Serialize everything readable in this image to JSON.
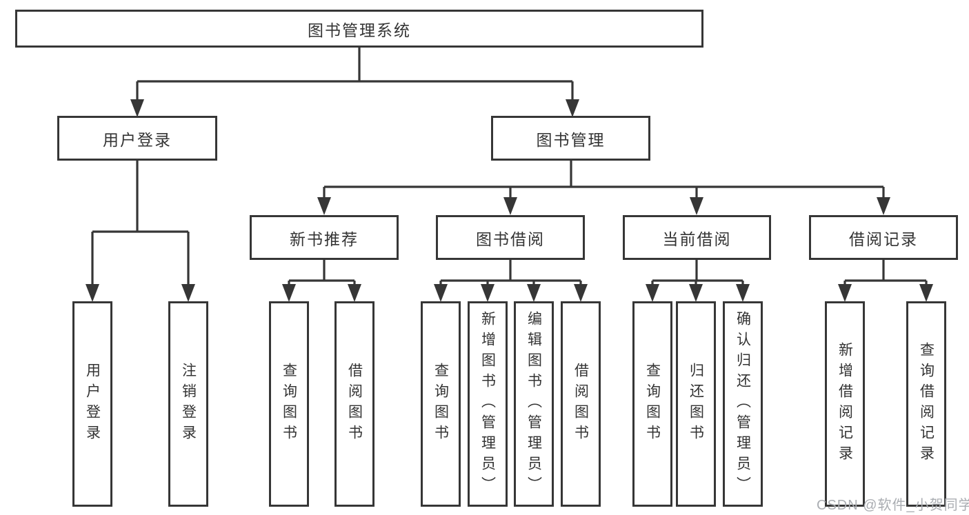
{
  "watermark": "CSDN @软件_小贺同学",
  "colors": {
    "line": "#363636",
    "text": "#333333",
    "watermark": "#aaadb2",
    "background": "#ffffff"
  },
  "tree": {
    "label": "图书管理系统",
    "children": [
      {
        "label": "用户登录",
        "children": [
          {
            "label": "用户登录"
          },
          {
            "label": "注销登录"
          }
        ]
      },
      {
        "label": "图书管理",
        "children": [
          {
            "label": "新书推荐",
            "children": [
              {
                "label": "查询图书"
              },
              {
                "label": "借阅图书"
              }
            ]
          },
          {
            "label": "图书借阅",
            "children": [
              {
                "label": "查询图书"
              },
              {
                "label": "新增图书（管理员）"
              },
              {
                "label": "编辑图书（管理员）"
              },
              {
                "label": "借阅图书"
              }
            ]
          },
          {
            "label": "当前借阅",
            "children": [
              {
                "label": "查询图书"
              },
              {
                "label": "归还图书"
              },
              {
                "label": "确认归还（管理员）"
              }
            ]
          },
          {
            "label": "借阅记录",
            "children": [
              {
                "label": "新增借阅记录"
              },
              {
                "label": "查询借阅记录"
              }
            ]
          }
        ]
      }
    ]
  }
}
